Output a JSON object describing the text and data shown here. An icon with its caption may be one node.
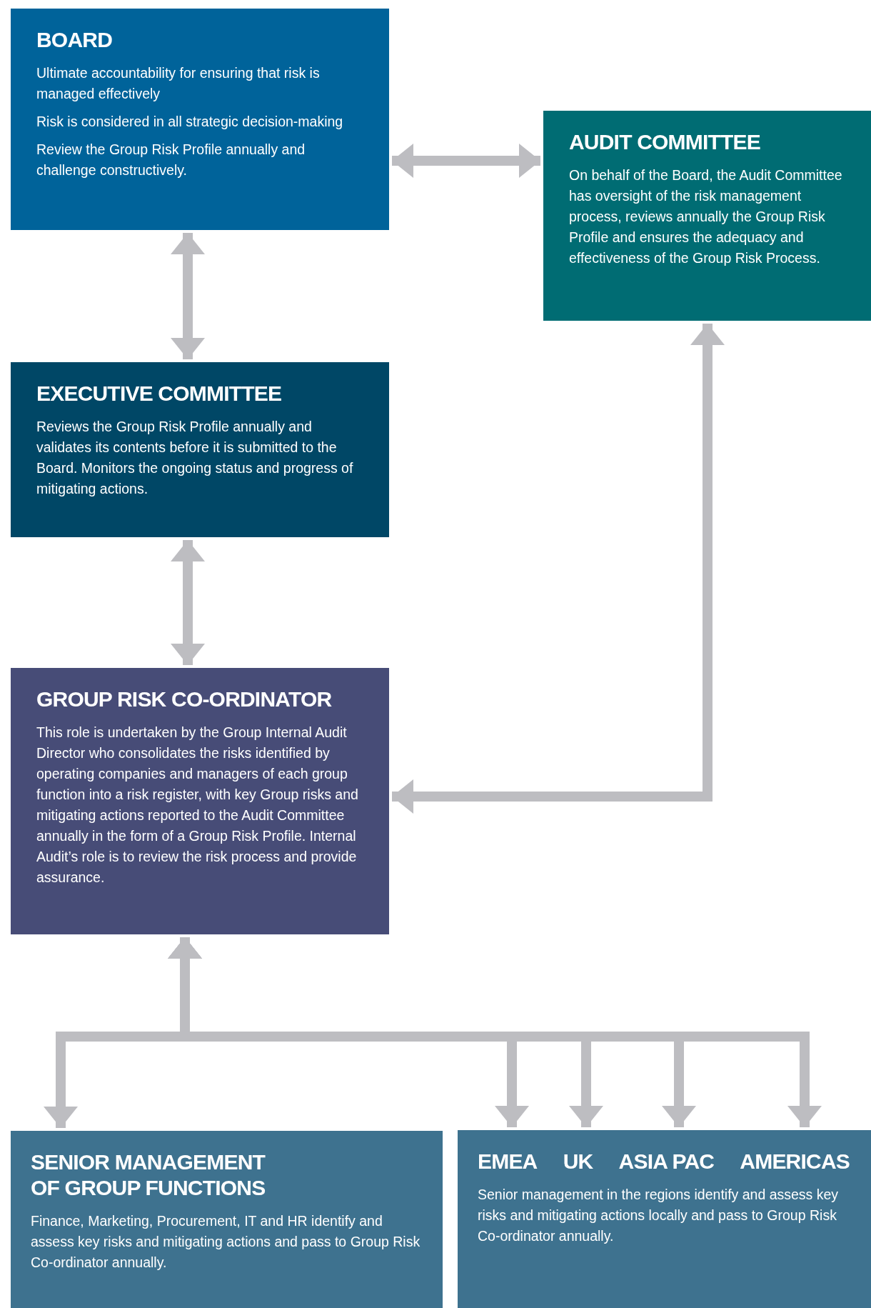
{
  "diagram": {
    "nodes": [
      {
        "text": [
          "BOARD",
          "Ultimate accountability for ensuring that risk is managed effectively",
          "Risk is considered in all strategic decision-making",
          "Review the Group Risk Profile annually and challenge constructively."
        ]
      },
      {
        "text": [
          "AUDIT COMMITTEE",
          "On behalf of the Board, the Audit Committee has oversight of the risk management process, reviews annually the Group Risk Profile and ensures the adequacy and effectiveness of the Group Risk Process."
        ]
      },
      {
        "text": [
          "EXECUTIVE COMMITTEE",
          "Reviews the Group Risk Profile annually and validates its contents before it is submitted to the Board. Monitors the ongoing status and progress of mitigating actions."
        ]
      },
      {
        "text": [
          "GROUP RISK CO-ORDINATOR",
          "This role is undertaken by the Group Internal Audit Director who consolidates the risks identified by operating companies and managers of each group function into a risk register, with key Group risks and mitigating actions reported to the Audit Committee annually in the form of a Group Risk Profile. Internal Audit’s role is to review the risk process and provide assurance."
        ]
      },
      {
        "text": [
          "SENIOR MANAGEMENT OF GROUP FUNCTIONS",
          "Finance, Marketing, Procurement, IT and HR identify and assess key risks and mitigating actions and pass to Group Risk Co-ordinator annually."
        ]
      },
      {
        "text": [
          "EMEA",
          "UK",
          "ASIA PAC",
          "AMERICAS",
          "Senior management in the regions identify and assess key risks and mitigating actions locally and pass to Group Risk Co-ordinator annually."
        ]
      }
    ],
    "edges": [
      {
        "from": 0,
        "to": 1,
        "arrow": "both"
      },
      {
        "from": 0,
        "to": 2,
        "arrow": "both"
      },
      {
        "from": 2,
        "to": 3,
        "arrow": "both"
      },
      {
        "from": 1,
        "to": 3,
        "arrow": "both"
      },
      {
        "from": 3,
        "to": 4,
        "arrow": "both"
      },
      {
        "from": 3,
        "to": 5,
        "arrow": "both"
      },
      {
        "from": 3,
        "to": 5,
        "arrow": "both"
      },
      {
        "from": 3,
        "to": 5,
        "arrow": "both"
      },
      {
        "from": 3,
        "to": 5,
        "arrow": "both"
      }
    ]
  }
}
